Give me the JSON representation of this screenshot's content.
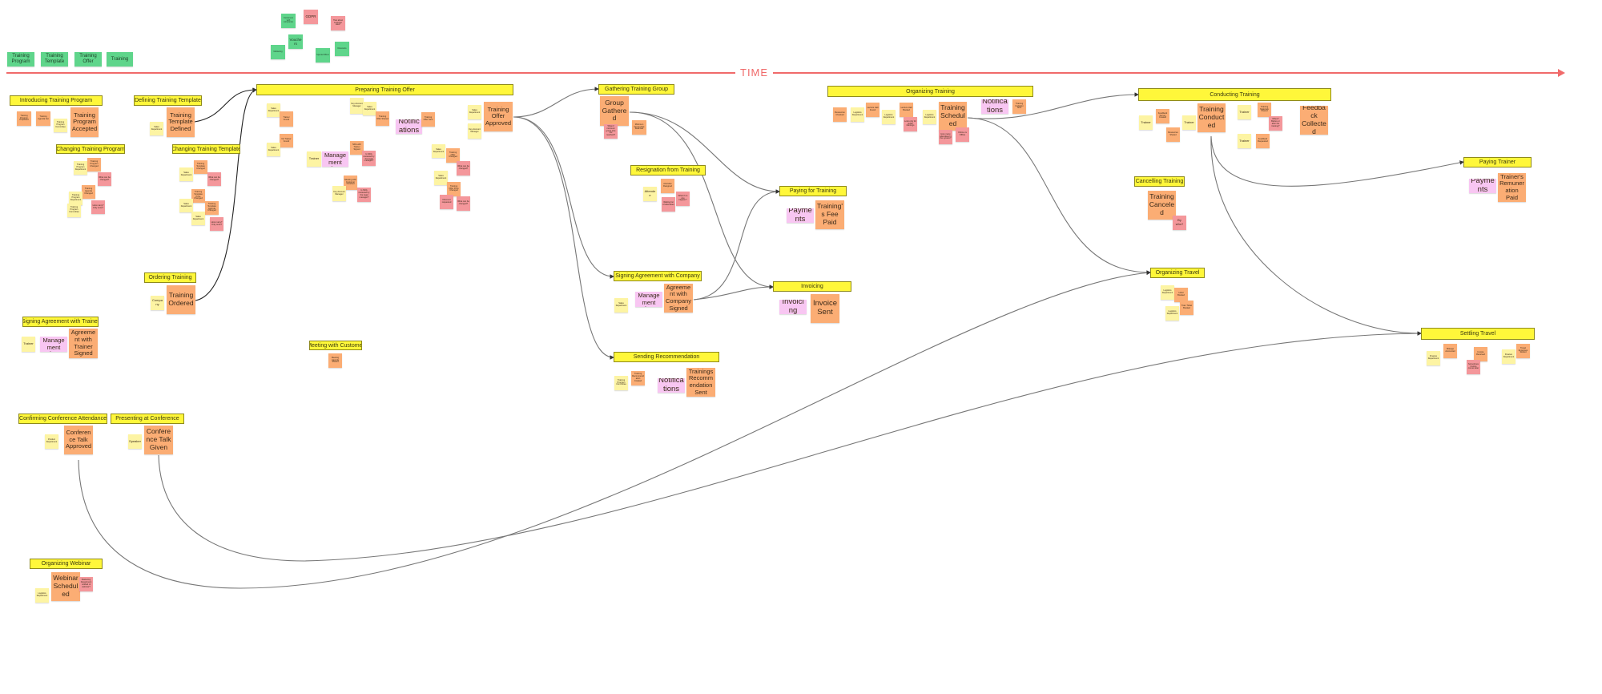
{
  "timeline": {
    "label": "TIME"
  },
  "colors": {
    "event": "#fbad74",
    "actor": "#fdf4a3",
    "hotspot": "#f4979b",
    "system": "#f8c6f2",
    "aggregate": "#5fd58b",
    "title": "#fff73a",
    "timeline": "#f06a6a"
  },
  "aggregates": [
    {
      "text": "Training Program",
      "type": "aggregate"
    },
    {
      "text": "Training Template",
      "type": "aggregate"
    },
    {
      "text": "Training Offer",
      "type": "aggregate"
    },
    {
      "text": "Training",
      "type": "aggregate"
    },
    {
      "text": "Customers with companies",
      "type": "aggregate"
    },
    {
      "text": "GDPR",
      "type": "hotspot"
    },
    {
      "text": "How about customer data?",
      "type": "hotspot"
    },
    {
      "text": "Vouchers",
      "type": "aggregate"
    },
    {
      "text": "Marketing",
      "type": "aggregate"
    },
    {
      "text": "Special Offers",
      "type": "aggregate"
    },
    {
      "text": "Discounts",
      "type": "aggregate"
    }
  ],
  "titles": [
    "Introducing Training Program",
    "Defining Training Template",
    "Preparing Training Offer",
    "Changing Training Program",
    "Changing Training Template",
    "Gathering Training Group",
    "Organizing Training",
    "Conducting Training",
    "Resignation from Training",
    "Paying for Training",
    "Paying Trainer",
    "Cancelling Training",
    "Ordering Training",
    "Signing Agreement with Company",
    "Invoicing",
    "Organizing Travel",
    "Signing Agreement with Trainer",
    "Meeting with Customer",
    "Settling Travel",
    "Sending Recommendation",
    "Confirming Conference Attendance",
    "Presenting at Conference",
    "Organizing Webinar"
  ],
  "stickies": [
    {
      "text": "Training Program Proposed",
      "type": "event"
    },
    {
      "text": "Training Agenda Set",
      "type": "event"
    },
    {
      "text": "Training Program Committee",
      "type": "actor"
    },
    {
      "text": "Training Program Accepted",
      "type": "event"
    },
    {
      "text": "Sales Department",
      "type": "actor"
    },
    {
      "text": "Training Template Defined",
      "type": "event"
    },
    {
      "text": "Training Program Department",
      "type": "actor"
    },
    {
      "text": "Training Program Changed",
      "type": "event"
    },
    {
      "text": "What can be changed?",
      "type": "hotspot"
    },
    {
      "text": "Training Agenda Changed",
      "type": "event"
    },
    {
      "text": "Training Program Department",
      "type": "actor"
    },
    {
      "text": "Training Program Committee",
      "type": "actor"
    },
    {
      "text": "How many? Only once?",
      "type": "hotspot"
    },
    {
      "text": "Training Template Changed",
      "type": "event"
    },
    {
      "text": "Sales Department",
      "type": "actor"
    },
    {
      "text": "What can be changed?",
      "type": "hotspot"
    },
    {
      "text": "Training Template Price Changed",
      "type": "event"
    },
    {
      "text": "Sales Department",
      "type": "actor"
    },
    {
      "text": "Training Template Agenda Changed",
      "type": "event"
    },
    {
      "text": "Sales Department",
      "type": "actor"
    },
    {
      "text": "How many? Only once?",
      "type": "hotspot"
    },
    {
      "text": "Sales Department",
      "type": "actor"
    },
    {
      "text": "Trainer Found",
      "type": "event"
    },
    {
      "text": "No Trainer Found",
      "type": "event"
    },
    {
      "text": "Sales Department",
      "type": "actor"
    },
    {
      "text": "Key Account Manager",
      "type": "actor"
    },
    {
      "text": "Sales Department",
      "type": "actor"
    },
    {
      "text": "Training Offer Shared",
      "type": "event"
    },
    {
      "text": "Notifications",
      "type": "system"
    },
    {
      "text": "Training Offer Sent",
      "type": "event"
    },
    {
      "text": "Sales Department",
      "type": "actor"
    },
    {
      "text": "Key Account Manager",
      "type": "actor"
    },
    {
      "text": "Training Offer Approved",
      "type": "event"
    },
    {
      "text": "Trainer",
      "type": "actor"
    },
    {
      "text": "Contract Management Software",
      "type": "system"
    },
    {
      "text": "NDA with Trainer Signed",
      "type": "event"
    },
    {
      "text": "Is NDA reviewed by the legal manager?",
      "type": "hotspot"
    },
    {
      "text": "Meeting with Customer Finished",
      "type": "event"
    },
    {
      "text": "Key Account Manager",
      "type": "actor"
    },
    {
      "text": "Is NDA reviewed by the legal manager?",
      "type": "hotspot"
    },
    {
      "text": "Sales Department",
      "type": "actor"
    },
    {
      "text": "Training Offer Changed",
      "type": "event"
    },
    {
      "text": "What can be changed?",
      "type": "hotspot"
    },
    {
      "text": "Sales Department",
      "type": "actor"
    },
    {
      "text": "Training Offer Price Changed",
      "type": "event"
    },
    {
      "text": "Discount requested",
      "type": "hotspot"
    },
    {
      "text": "What can be changed?",
      "type": "hotspot"
    },
    {
      "text": "Meeting Agenda Shared",
      "type": "event"
    },
    {
      "text": "Company",
      "type": "actor"
    },
    {
      "text": "Training Ordered",
      "type": "event"
    },
    {
      "text": "Trainer",
      "type": "actor"
    },
    {
      "text": "Contract Management Software",
      "type": "system"
    },
    {
      "text": "Agreement with Trainer Signed",
      "type": "event"
    },
    {
      "text": "Product Department",
      "type": "actor"
    },
    {
      "text": "Conference Talk Approved",
      "type": "event"
    },
    {
      "text": "Speaker",
      "type": "actor"
    },
    {
      "text": "Conference Talk Given",
      "type": "event"
    },
    {
      "text": "Webinar Scheduled",
      "type": "event"
    },
    {
      "text": "Marketing Department notified of webinar?",
      "type": "hotspot"
    },
    {
      "text": "Logistics Department",
      "type": "actor"
    },
    {
      "text": "Group Gathered",
      "type": "event"
    },
    {
      "text": "What if minimum group size not reached?",
      "type": "hotspot"
    },
    {
      "text": "Minimum Group Size Reached",
      "type": "event"
    },
    {
      "text": "Attendee",
      "type": "actor"
    },
    {
      "text": "Attendee Resigned",
      "type": "event"
    },
    {
      "text": "What if no one happen?",
      "type": "hotspot"
    },
    {
      "text": "Waiting list of attendees",
      "type": "hotspot"
    },
    {
      "text": "Payments",
      "type": "system"
    },
    {
      "text": "Training's Fee Paid",
      "type": "event"
    },
    {
      "text": "Sales Department",
      "type": "actor"
    },
    {
      "text": "Contract Management Software",
      "type": "system"
    },
    {
      "text": "Agreement with Company Signed",
      "type": "event"
    },
    {
      "text": "Invoicing",
      "type": "system"
    },
    {
      "text": "Invoice Sent",
      "type": "event"
    },
    {
      "text": "Training Program Committee",
      "type": "actor"
    },
    {
      "text": "Training Recommendation Created",
      "type": "event"
    },
    {
      "text": "Notifications",
      "type": "system"
    },
    {
      "text": "Trainings Recommendation Sent",
      "type": "event"
    },
    {
      "text": "Resources Checked",
      "type": "event"
    },
    {
      "text": "Logistics Department",
      "type": "actor"
    },
    {
      "text": "Lecture Hall Found",
      "type": "event"
    },
    {
      "text": "Logistics Department",
      "type": "actor"
    },
    {
      "text": "Lecture Hall Booked",
      "type": "event"
    },
    {
      "text": "Look only for public trainings",
      "type": "hotspot"
    },
    {
      "text": "Logistics Department",
      "type": "actor"
    },
    {
      "text": "Training Scheduled",
      "type": "event"
    },
    {
      "text": "How many attendees in the system?",
      "type": "hotspot"
    },
    {
      "text": "Online vs Offline",
      "type": "hotspot"
    },
    {
      "text": "Notifications",
      "type": "system"
    },
    {
      "text": "Training Invitation Sent",
      "type": "event"
    },
    {
      "text": "Trainer",
      "type": "actor"
    },
    {
      "text": "Feedback Survey Created",
      "type": "event"
    },
    {
      "text": "Resources Shared",
      "type": "event"
    },
    {
      "text": "Trainer",
      "type": "actor"
    },
    {
      "text": "Training Conducted",
      "type": "event"
    },
    {
      "text": "Trainer",
      "type": "actor"
    },
    {
      "text": "Training Materials Shared",
      "type": "event"
    },
    {
      "text": "When? Before or after the training?",
      "type": "hotspot"
    },
    {
      "text": "Trainer",
      "type": "actor"
    },
    {
      "text": "Feedback Requested",
      "type": "event"
    },
    {
      "text": "Feedback Collected",
      "type": "event"
    },
    {
      "text": "Training Canceled",
      "type": "event"
    },
    {
      "text": "By who?",
      "type": "hotspot"
    },
    {
      "text": "Payments",
      "type": "system"
    },
    {
      "text": "Trainer's Remuneration Paid",
      "type": "event"
    },
    {
      "text": "Finance Department",
      "type": "actor"
    },
    {
      "text": "Mileage Accounted",
      "type": "event"
    },
    {
      "text": "Invoice Received",
      "type": "event"
    },
    {
      "text": "Sometimes invoice comes later",
      "type": "hotspot"
    },
    {
      "text": "Finance Department",
      "type": "actor"
    },
    {
      "text": "Travel Expenses Settled",
      "type": "event"
    },
    {
      "text": "Logistics Department",
      "type": "actor"
    },
    {
      "text": "Hotel Booked",
      "type": "event"
    },
    {
      "text": "Train Ticket Booked",
      "type": "event"
    },
    {
      "text": "Logistics Department",
      "type": "actor"
    }
  ]
}
